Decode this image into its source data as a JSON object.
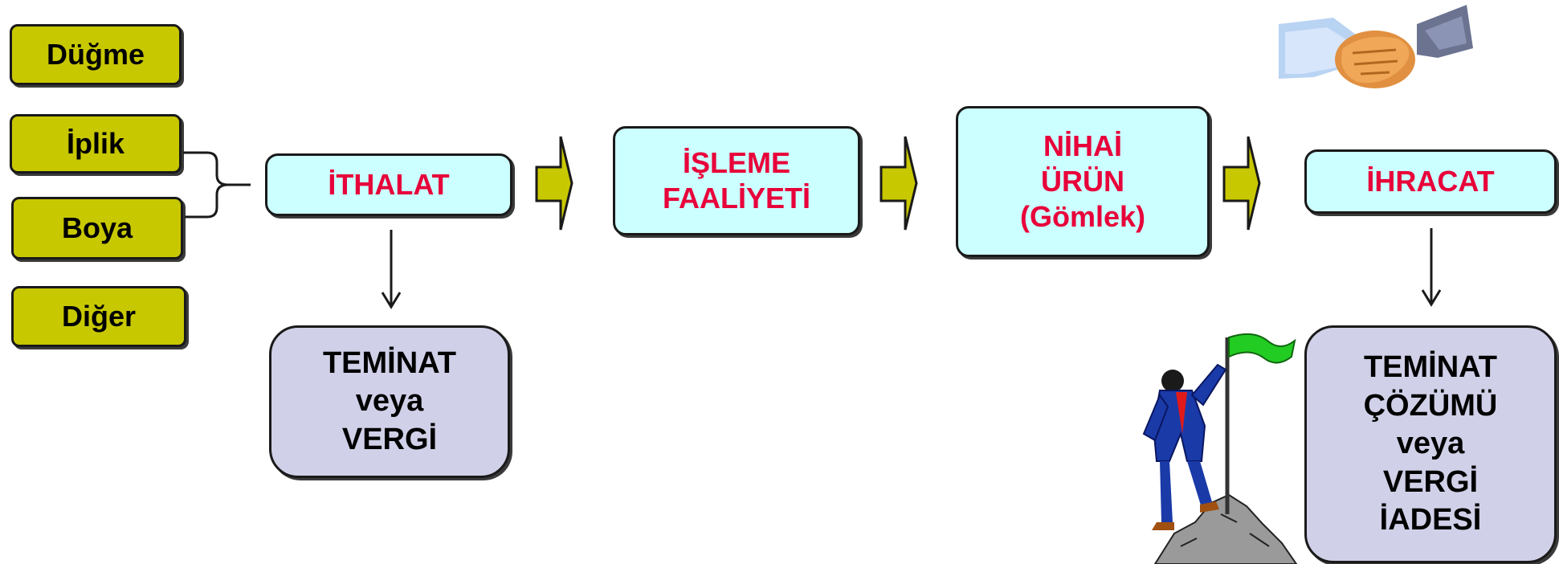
{
  "inputs": [
    "Düğme",
    "İplik",
    "Boya",
    "Diğer"
  ],
  "steps": {
    "import": "İTHALAT",
    "processing": "İŞLEME\nFAALİYETİ",
    "final_product": "NİHAİ\nÜRÜN\n(Gömlek)",
    "export": "İHRACAT"
  },
  "results": {
    "import_result": "TEMİNAT\nveya\nVERGİ",
    "export_result": "TEMİNAT\nÇÖZÜMÜ\nveya\nVERGİ\nİADESİ"
  },
  "colors": {
    "input_fill": "#c8c800",
    "step_fill": "#ccffff",
    "step_text": "#e8003a",
    "result_fill": "#d0d0e8",
    "flow_arrow": "#c8c800"
  },
  "icons": [
    "handshake-icon",
    "mountain-climber-icon"
  ]
}
